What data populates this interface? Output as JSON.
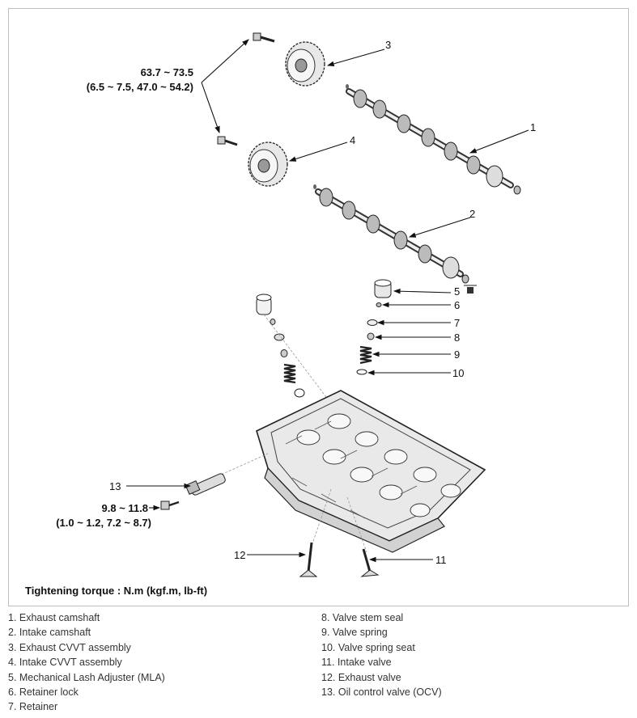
{
  "figure": {
    "caption": "Tightening torque : N.m (kgf.m, lb-ft)",
    "torque_cvvt": {
      "line1": "63.7 ~ 73.5",
      "line2": "(6.5 ~ 7.5, 47.0 ~ 54.2)"
    },
    "torque_ocv": {
      "line1": "9.8 ~ 11.8",
      "line2": "(1.0 ~ 1.2, 7.2 ~ 8.7)"
    },
    "callouts": [
      "1",
      "2",
      "3",
      "4",
      "5",
      "6",
      "7",
      "8",
      "9",
      "10",
      "11",
      "12",
      "13"
    ]
  },
  "legend": {
    "left": [
      "1. Exhaust camshaft",
      "2. Intake camshaft",
      "3. Exhaust CVVT assembly",
      "4. Intake CVVT assembly",
      "5. Mechanical Lash Adjuster (MLA)",
      "6. Retainer lock",
      "7. Retainer"
    ],
    "right": [
      "8. Valve stem seal",
      "9. Valve spring",
      "10. Valve spring seat",
      "11. Intake valve",
      "12. Exhaust valve",
      "13. Oil control valve (OCV)"
    ]
  }
}
